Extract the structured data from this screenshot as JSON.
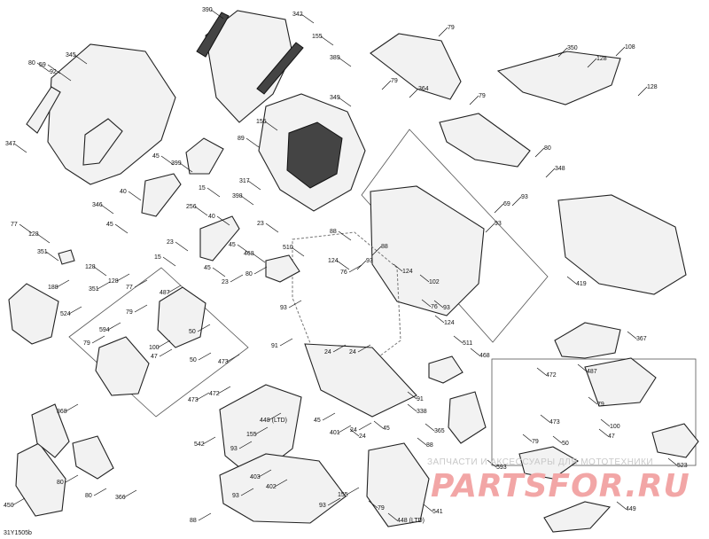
{
  "diagram": {
    "doc_ref": "31Y1505b",
    "watermark": {
      "line": "ЗАПЧАСТИ И АКСЕССУАРЫ ДЛЯ МОТОТЕХНИКИ",
      "logo": "PARTSFOR.RU"
    },
    "callouts": [
      "390",
      "342",
      "155",
      "389",
      "79",
      "350",
      "128",
      "108",
      "128",
      "80",
      "59",
      "92",
      "345",
      "364",
      "79",
      "79",
      "349",
      "155",
      "347",
      "89",
      "80",
      "348",
      "346",
      "399",
      "317",
      "45",
      "15",
      "40",
      "398",
      "256",
      "40",
      "45",
      "23",
      "93",
      "69",
      "77",
      "45",
      "23",
      "93",
      "128",
      "88",
      "88",
      "510",
      "468",
      "124",
      "93",
      "76",
      "351",
      "80",
      "15",
      "45",
      "23",
      "188",
      "128",
      "128",
      "351",
      "77",
      "124",
      "102",
      "93",
      "76",
      "124",
      "93",
      "419",
      "524",
      "487",
      "79",
      "594",
      "50",
      "79",
      "100",
      "47",
      "50",
      "473",
      "472",
      "473",
      "91",
      "24",
      "511",
      "468",
      "24",
      "367",
      "448 (LTD)",
      "155",
      "91",
      "472",
      "473",
      "487",
      "338",
      "45",
      "24",
      "24",
      "401",
      "45",
      "79",
      "93",
      "368",
      "542",
      "80",
      "93",
      "88",
      "403",
      "365",
      "100",
      "47",
      "79",
      "50",
      "523",
      "593",
      "80",
      "402",
      "155",
      "88",
      "541",
      "79",
      "450",
      "366",
      "93",
      "448 (LTD)",
      "449"
    ]
  }
}
